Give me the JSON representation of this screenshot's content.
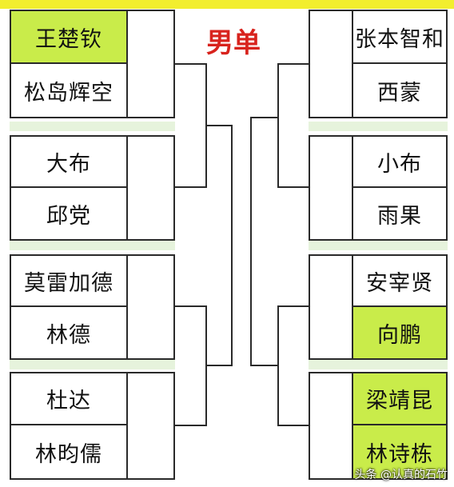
{
  "title": "男单",
  "watermark": "头条 @认真的石竹",
  "colors": {
    "highlight": "#c9ec4a",
    "title": "#d8231d",
    "line": "#2a2a2a"
  },
  "left": [
    {
      "top": {
        "name": "王楚钦",
        "highlight": true
      },
      "bottom": {
        "name": "松岛辉空",
        "highlight": false
      }
    },
    {
      "top": {
        "name": "大布",
        "highlight": false
      },
      "bottom": {
        "name": "邱党",
        "highlight": false
      }
    },
    {
      "top": {
        "name": "莫雷加德",
        "highlight": false
      },
      "bottom": {
        "name": "林德",
        "highlight": false
      }
    },
    {
      "top": {
        "name": "杜达",
        "highlight": false
      },
      "bottom": {
        "name": "林昀儒",
        "highlight": false
      }
    }
  ],
  "right": [
    {
      "top": {
        "name": "张本智和",
        "highlight": false
      },
      "bottom": {
        "name": "西蒙",
        "highlight": false
      }
    },
    {
      "top": {
        "name": "小布",
        "highlight": false
      },
      "bottom": {
        "name": "雨果",
        "highlight": false
      }
    },
    {
      "top": {
        "name": "安宰贤",
        "highlight": false
      },
      "bottom": {
        "name": "向鹏",
        "highlight": true
      }
    },
    {
      "top": {
        "name": "梁靖昆",
        "highlight": true
      },
      "bottom": {
        "name": "林诗栋",
        "highlight": true
      }
    }
  ]
}
